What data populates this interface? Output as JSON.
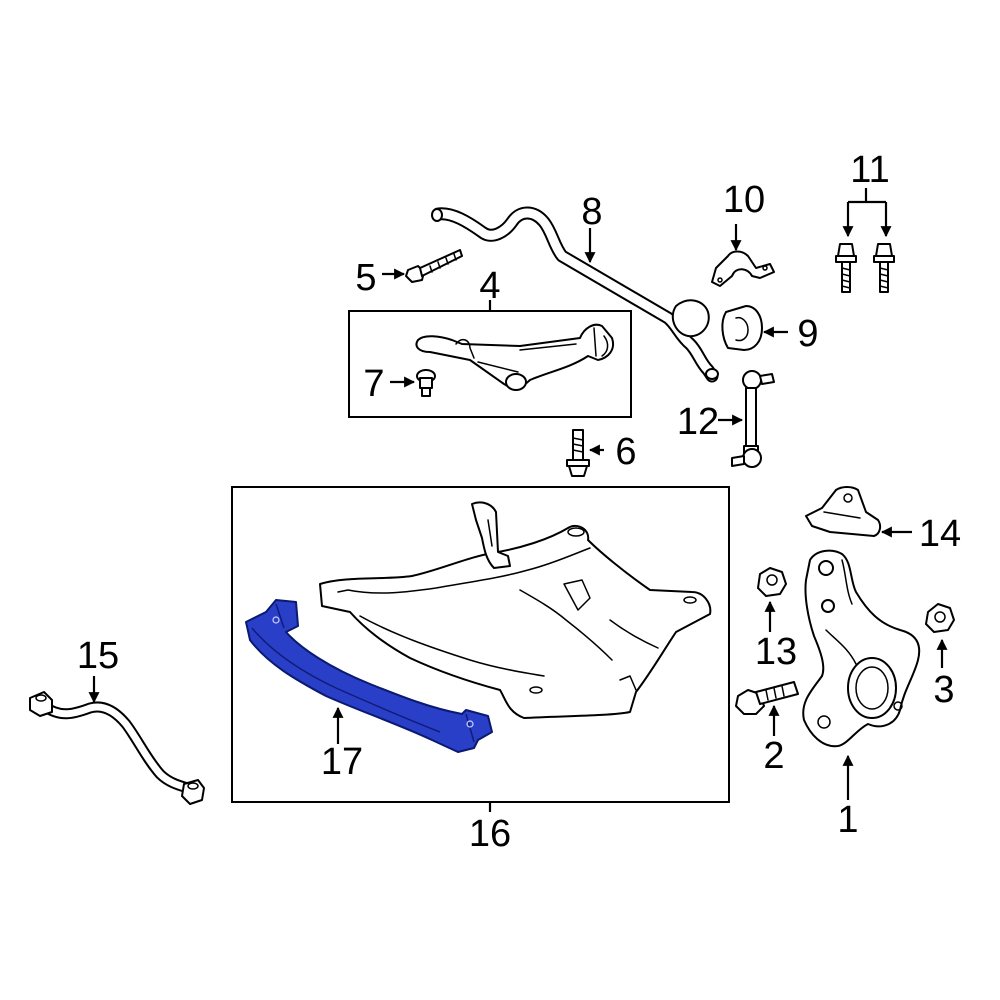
{
  "highlight_color": "#2a3fc7",
  "callouts": {
    "c1": "1",
    "c2": "2",
    "c3": "3",
    "c4": "4",
    "c5": "5",
    "c6": "6",
    "c7": "7",
    "c8": "8",
    "c9": "9",
    "c10": "10",
    "c11": "11",
    "c12": "12",
    "c13": "13",
    "c14": "14",
    "c15": "15",
    "c16": "16",
    "c17": "17"
  }
}
